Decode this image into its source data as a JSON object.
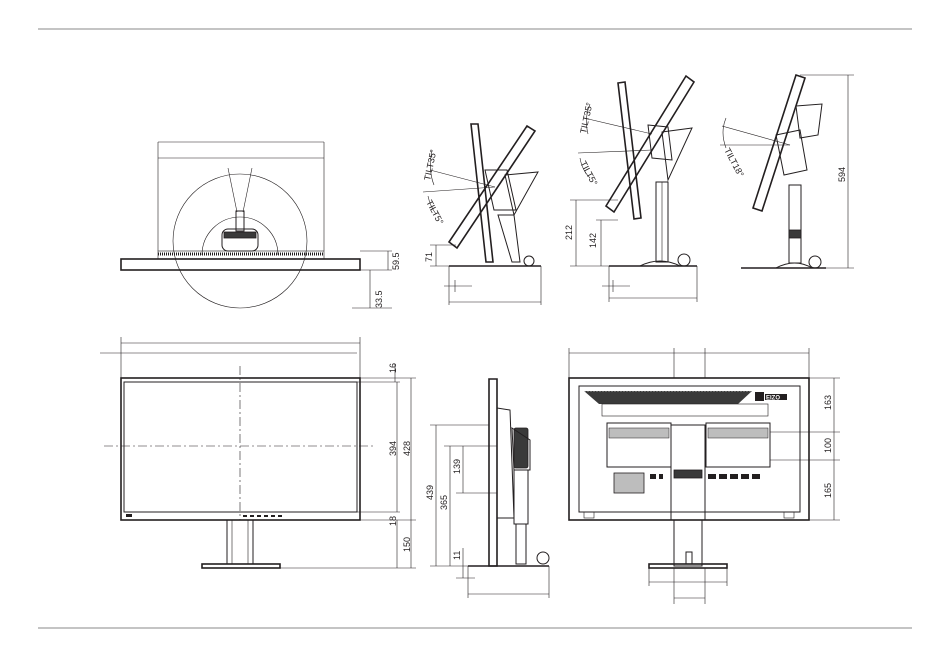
{
  "title": "",
  "tilt_labels": {
    "side_up": "TILT35°",
    "side_down": "TILT5°",
    "raised_up": "TILT35°",
    "raised_down": "TILT5°",
    "portrait": "TILT18°"
  },
  "dimensions": {
    "top_view": [
      "59.5",
      "33.5"
    ],
    "side_low": [
      "71"
    ],
    "side_raised": [
      "212",
      "142"
    ],
    "portrait": [
      "594"
    ],
    "front_right": [
      "16",
      "394",
      "428",
      "18",
      "150"
    ],
    "side_front": [
      "439",
      "365",
      "139",
      "11"
    ],
    "rear_right": [
      "163",
      "100",
      "165"
    ]
  },
  "brand": "EIZO"
}
